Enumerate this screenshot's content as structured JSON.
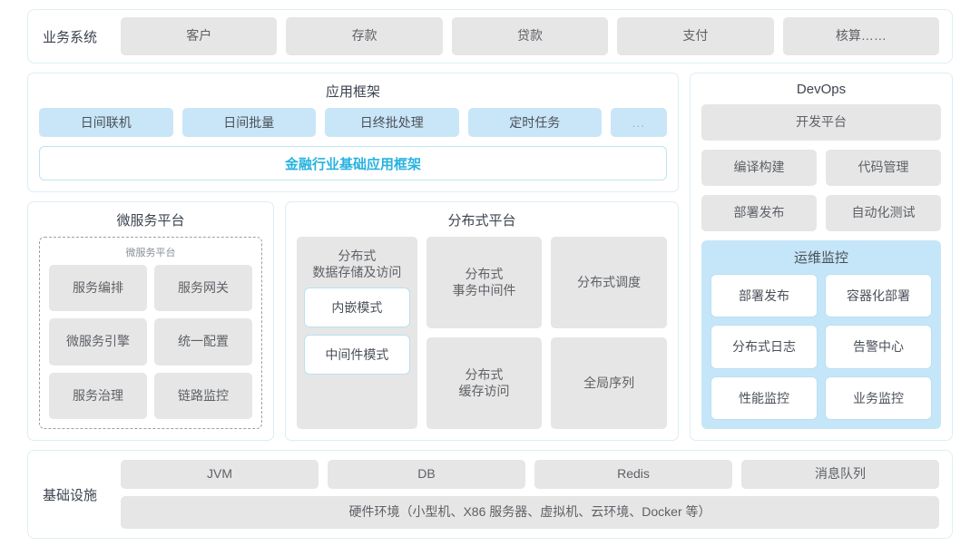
{
  "business_systems": {
    "label": "业务系统",
    "items": [
      "客户",
      "存款",
      "贷款",
      "支付",
      "核算……"
    ]
  },
  "app_framework": {
    "title": "应用框架",
    "chips": [
      "日间联机",
      "日间批量",
      "日终批处理",
      "定时任务",
      "..."
    ],
    "base_bar": "金融行业基础应用框架",
    "accent_color": "#27b2e0"
  },
  "microservice_platform": {
    "title": "微服务平台",
    "inner_title": "微服务平台",
    "items": [
      "服务编排",
      "服务网关",
      "微服务引擎",
      "统一配置",
      "服务治理",
      "链路监控"
    ]
  },
  "distributed_platform": {
    "title": "分布式平台",
    "storage_card": {
      "title": "分布式\n数据存储及访问",
      "title_line1": "分布式",
      "title_line2": "数据存储及访问",
      "modes": [
        "内嵌模式",
        "中间件模式"
      ]
    },
    "cards": [
      "分布式\n事务中间件",
      "分布式调度",
      "分布式\n缓存访问",
      "全局序列"
    ]
  },
  "devops": {
    "title": "DevOps",
    "platform": "开发平台",
    "items": [
      "编译构建",
      "代码管理",
      "部署发布",
      "自动化测试"
    ],
    "monitoring": {
      "title": "运维监控",
      "items": [
        "部署发布",
        "容器化部署",
        "分布式日志",
        "告警中心",
        "性能监控",
        "业务监控"
      ]
    }
  },
  "infrastructure": {
    "label": "基础设施",
    "items": [
      "JVM",
      "DB",
      "Redis",
      "消息队列"
    ],
    "hardware": "硬件环境（小型机、X86 服务器、虚拟机、云环境、Docker 等）"
  }
}
